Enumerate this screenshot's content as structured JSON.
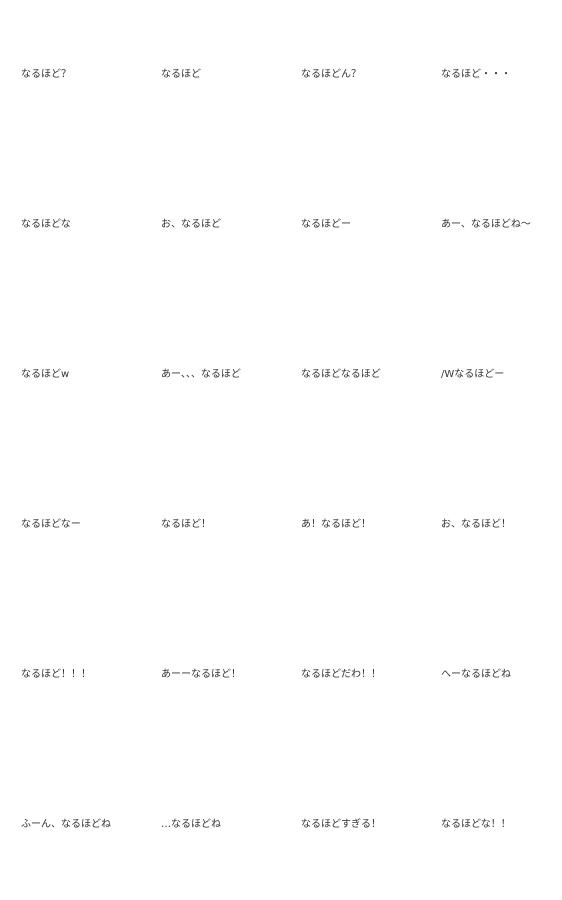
{
  "stickers": [
    "なるほど？",
    "なるほど",
    "なるほどん？",
    "なるほど・・・",
    "なるほどな",
    "お、なるほど",
    "なるほどー",
    "あー、なるほどね〜",
    "なるほどw",
    "あー、、、なるほど",
    "なるほどなるほど",
    "/Wなるほどー",
    "なるほどなー",
    "なるほど！",
    "あ！なるほど！",
    "お、なるほど！",
    "なるほど！！！",
    "あーーなるほど！",
    "なるほどだわ！！",
    "へーなるほどね",
    "ふーん、なるほどね",
    "…なるほどね",
    "なるほどすぎる！",
    "なるほどな！！"
  ]
}
